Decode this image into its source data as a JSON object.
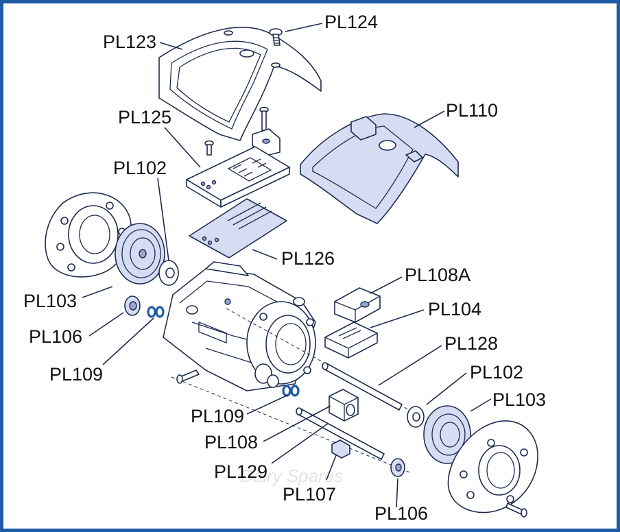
{
  "colors": {
    "frame": "#1f5aa6",
    "outline": "#1d2b4f",
    "shade": "#d6dcf2",
    "background": "#ffffff"
  },
  "watermark": "Dairy Spares",
  "labels": {
    "pl123": "PL123",
    "pl124": "PL124",
    "pl110": "PL110",
    "pl125": "PL125",
    "pl102_top": "PL102",
    "pl126": "PL126",
    "pl103_left": "PL103",
    "pl106_left": "PL106",
    "pl109_left": "PL109",
    "pl108a": "PL108A",
    "pl104": "PL104",
    "pl128": "PL128",
    "pl102_right": "PL102",
    "pl103_right": "PL103",
    "pl109_bottom": "PL109",
    "pl108": "PL108",
    "pl129": "PL129",
    "pl107": "PL107",
    "pl106_bottom": "PL106"
  }
}
